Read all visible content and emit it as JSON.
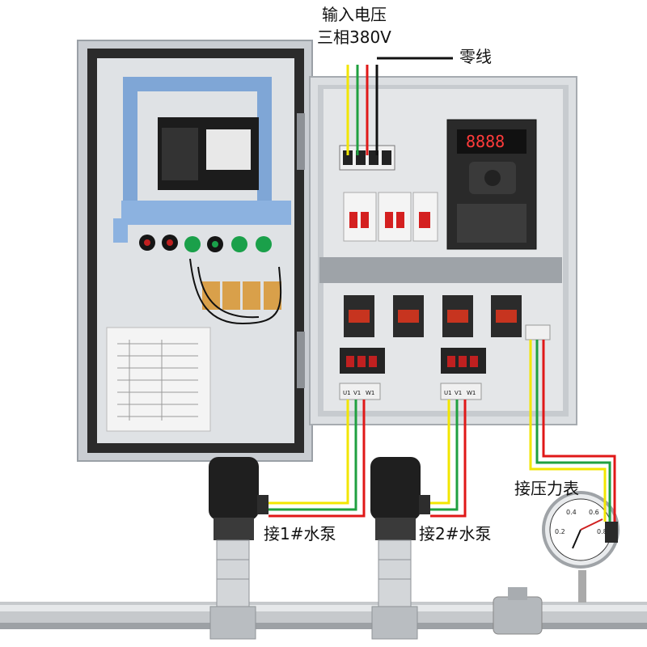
{
  "labels": {
    "input_voltage_line1": "输入电压",
    "input_voltage_line2": "三相380V",
    "neutral": "零线",
    "pressure_gauge": "接压力表",
    "pump1": "接1#水泵",
    "pump2": "接2#水泵"
  },
  "terminal_markings": {
    "pump1": [
      "U1",
      "V1",
      "W1"
    ],
    "pump2": [
      "U1",
      "V1",
      "W1"
    ]
  },
  "gauge_scale": [
    "0.4",
    "0.6",
    "0.2",
    "0.8"
  ],
  "wire_colors": {
    "yellow": "#f2e600",
    "green": "#1fa040",
    "red": "#e01818",
    "black": "#111111"
  }
}
